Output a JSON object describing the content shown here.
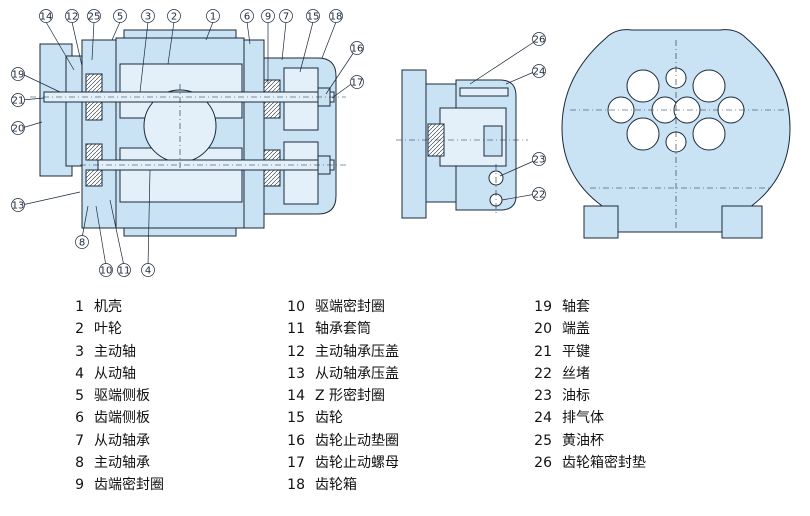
{
  "parts": [
    {
      "num": "1",
      "name": "机壳"
    },
    {
      "num": "2",
      "name": "叶轮"
    },
    {
      "num": "3",
      "name": "主动轴"
    },
    {
      "num": "4",
      "name": "从动轴"
    },
    {
      "num": "5",
      "name": "驱端侧板"
    },
    {
      "num": "6",
      "name": "齿端侧板"
    },
    {
      "num": "7",
      "name": "从动轴承"
    },
    {
      "num": "8",
      "name": "主动轴承"
    },
    {
      "num": "9",
      "name": "齿端密封圈"
    },
    {
      "num": "10",
      "name": "驱端密封圈"
    },
    {
      "num": "11",
      "name": "轴承套筒"
    },
    {
      "num": "12",
      "name": "主动轴承压盖"
    },
    {
      "num": "13",
      "name": "从动轴承压盖"
    },
    {
      "num": "14",
      "name": "Z 形密封圈"
    },
    {
      "num": "15",
      "name": "齿轮"
    },
    {
      "num": "16",
      "name": "齿轮止动垫圈"
    },
    {
      "num": "17",
      "name": "齿轮止动螺母"
    },
    {
      "num": "18",
      "name": "齿轮箱"
    },
    {
      "num": "19",
      "name": "轴套"
    },
    {
      "num": "20",
      "name": "端盖"
    },
    {
      "num": "21",
      "name": "平键"
    },
    {
      "num": "22",
      "name": "丝堵"
    },
    {
      "num": "23",
      "name": "油标"
    },
    {
      "num": "24",
      "name": "排气体"
    },
    {
      "num": "25",
      "name": "黄油杯"
    },
    {
      "num": "26",
      "name": "齿轮箱密封垫"
    }
  ],
  "callouts": {
    "top": [
      "14",
      "12",
      "25",
      "5",
      "3",
      "2",
      "1",
      "6",
      "9",
      "7",
      "15",
      "18"
    ],
    "c16": "16",
    "c17": "17",
    "c19": "19",
    "c21": "21",
    "c20": "20",
    "c13": "13",
    "c8": "8",
    "c10": "10",
    "c11": "11",
    "c4": "4",
    "c26": "26",
    "c24": "24",
    "c23": "23",
    "c22": "22"
  },
  "colors": {
    "fill": "#c9e2f4",
    "stroke": "#1a2a3a",
    "light": "#e3f0fa"
  }
}
